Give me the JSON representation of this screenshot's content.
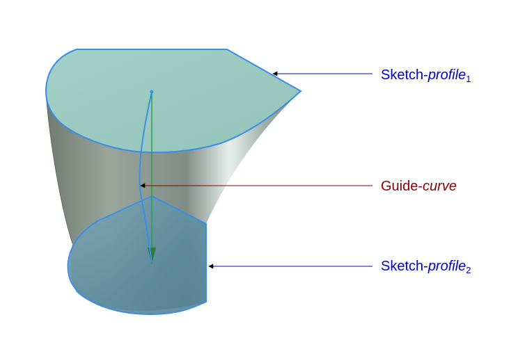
{
  "colors": {
    "profile_label": "#0000cc",
    "guide_label": "#8b0000",
    "profile_edge": "#3a8ee6",
    "guide_curve": "#3a8ee6",
    "axis_line": "#2e9c4a",
    "top_face": "#9ccac1",
    "bottom_face": "#5e8fa2",
    "wall": "#9aa69c"
  },
  "labels": {
    "profile1": {
      "prefix": "Sketch-",
      "italic": "profile",
      "sub": "1"
    },
    "guide": {
      "prefix": "Guide-",
      "italic": "curve"
    },
    "profile2": {
      "prefix": "Sketch-",
      "italic": "profile",
      "sub": "2"
    }
  }
}
